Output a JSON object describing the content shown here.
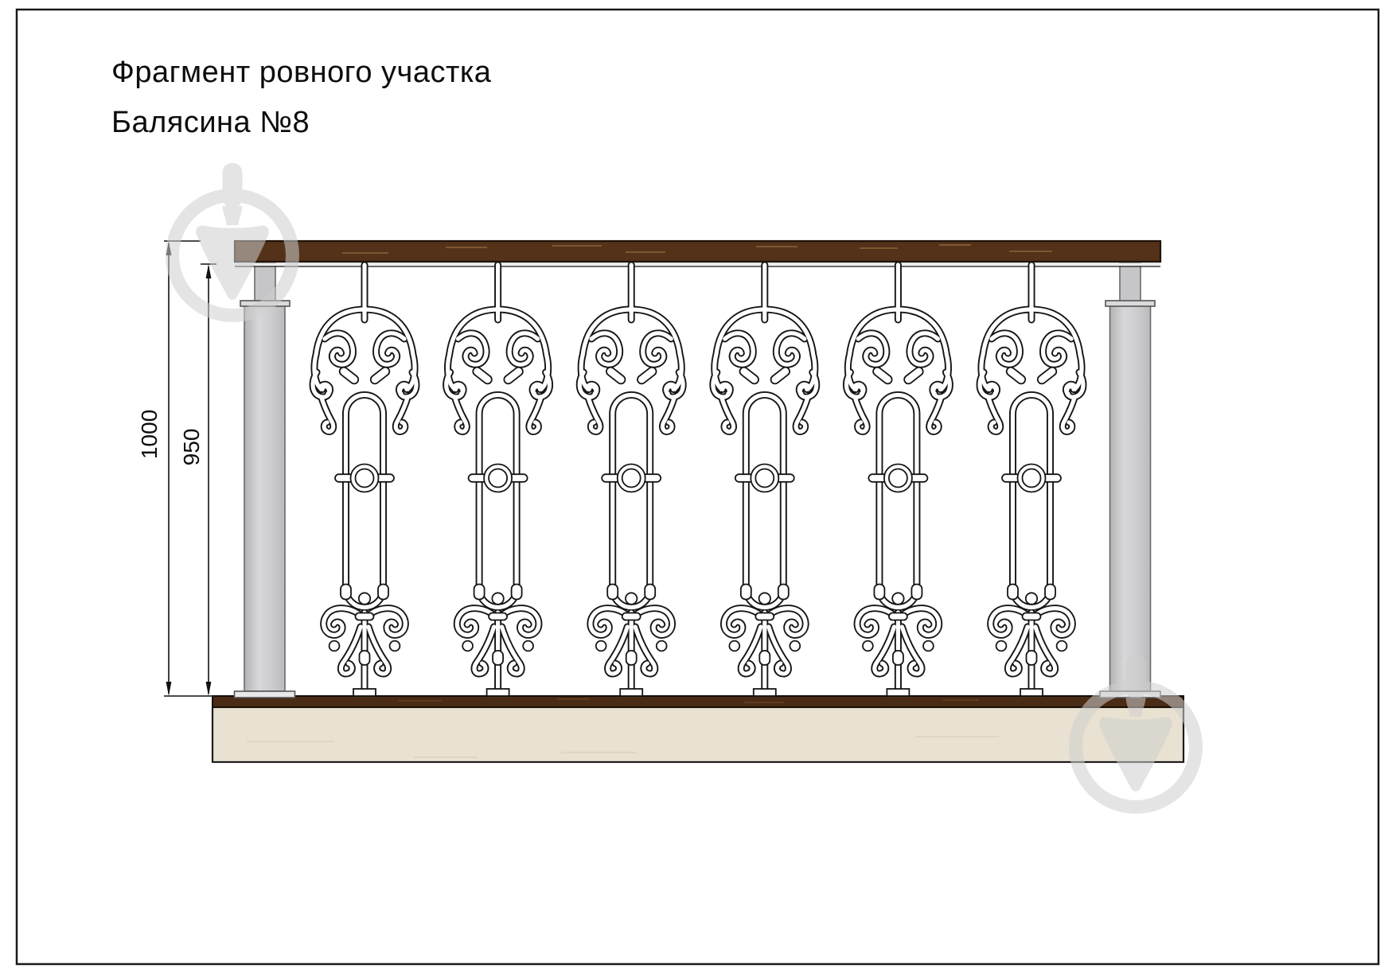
{
  "document": {
    "title_line1": "Фрагмент ровного участка",
    "title_line2": "Балясина №8"
  },
  "dimension_labels": {
    "overall_height": "1000",
    "infill_height": "950"
  },
  "drawing": {
    "balusters_count": 6,
    "handrail_color": "#533219",
    "handrail_border": "#1f1309",
    "grain_color": "#7b5731",
    "post_color": "#c9c9cb",
    "base_top_color": "#4a2b15",
    "base_color": "#e9e1d1",
    "outline_color": "#151515"
  },
  "watermark": {
    "icon": "trowel-in-circle-icon",
    "color": "#cfcfcf",
    "count": 2
  }
}
